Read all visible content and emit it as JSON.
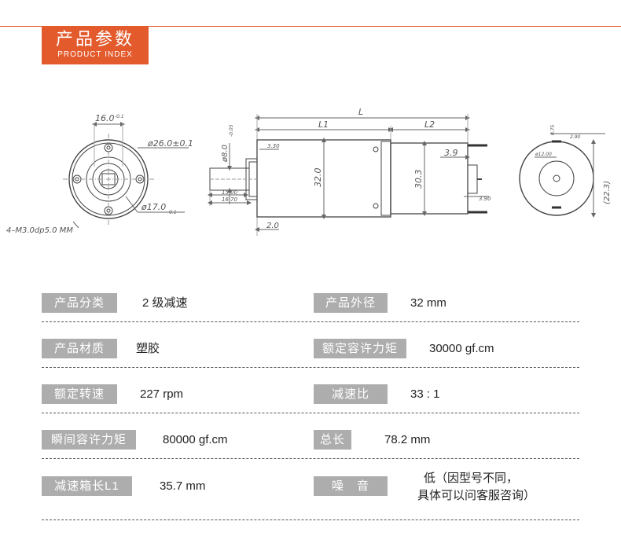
{
  "header": {
    "title": "产品参数",
    "subtitle": "PRODUCT  INDEX"
  },
  "drawing": {
    "front": {
      "dim_width": "16.0",
      "dim_width_tol": "-0.1",
      "dim_outer": "ø26.0±0.1",
      "dim_boss": "ø17.0",
      "dim_boss_tol": "-0.1",
      "holes": "4–M3.0dp5.0 MM"
    },
    "side": {
      "total_length": "L",
      "gearbox_length": "L1",
      "motor_length": "L2",
      "shaft_dia": "ø8.0",
      "shaft_tol": "-0.05",
      "dim_330": "3.30",
      "dim_1500": "15.00",
      "dim_1670": "16.70",
      "dim_20": "2.0",
      "gearbox_dia": "32.0",
      "motor_dia": "30.3",
      "dim_39": "3.9",
      "dim_390": "3.90"
    },
    "rear": {
      "dim_075": "0.75",
      "dim_290": "2.90",
      "dim_1200": "ø12.00",
      "dim_223": "(22.3)"
    }
  },
  "params": [
    {
      "left_label": "产品分类",
      "left_value": "2 级减速",
      "right_label": "产品外径",
      "right_value": "32 mm"
    },
    {
      "left_label": "产品材质",
      "left_value": "塑胶",
      "right_label": "额定容许力矩",
      "right_value": "30000 gf.cm"
    },
    {
      "left_label": "额定转速",
      "left_value": "227 rpm",
      "right_label": "减速比",
      "right_value": "33 : 1"
    },
    {
      "left_label": "瞬间容许力矩",
      "left_value": "80000 gf.cm",
      "right_label": "总长",
      "right_value": "78.2 mm"
    },
    {
      "left_label": "减速箱长L1",
      "left_value": "35.7  mm",
      "right_label": "噪　音",
      "right_value_line1": "低（因型号不同，",
      "right_value_line2": "具体可以问客服咨询）"
    }
  ]
}
